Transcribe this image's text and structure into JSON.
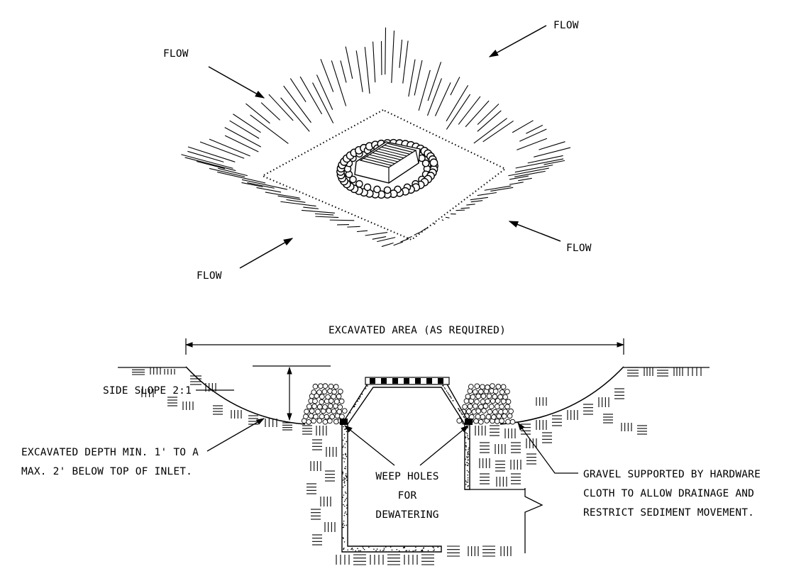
{
  "plan_view": {
    "flow_labels": [
      "FLOW",
      "FLOW",
      "FLOW",
      "FLOW"
    ]
  },
  "section_view": {
    "dimension_label": "EXCAVATED AREA (AS REQUIRED)",
    "side_slope_label": "SIDE SLOPE 2:1",
    "depth_note": {
      "line1": "EXCAVATED DEPTH MIN. 1' TO A",
      "line2": "MAX. 2' BELOW TOP OF INLET."
    },
    "weep_note": {
      "line1": "WEEP HOLES",
      "line2": "FOR",
      "line3": "DEWATERING"
    },
    "gravel_note": {
      "line1": "GRAVEL SUPPORTED BY HARDWARE",
      "line2": "CLOTH TO ALLOW DRAINAGE AND",
      "line3": "RESTRICT SEDIMENT MOVEMENT."
    }
  },
  "colors": {
    "ink": "#000000",
    "background": "#ffffff"
  }
}
